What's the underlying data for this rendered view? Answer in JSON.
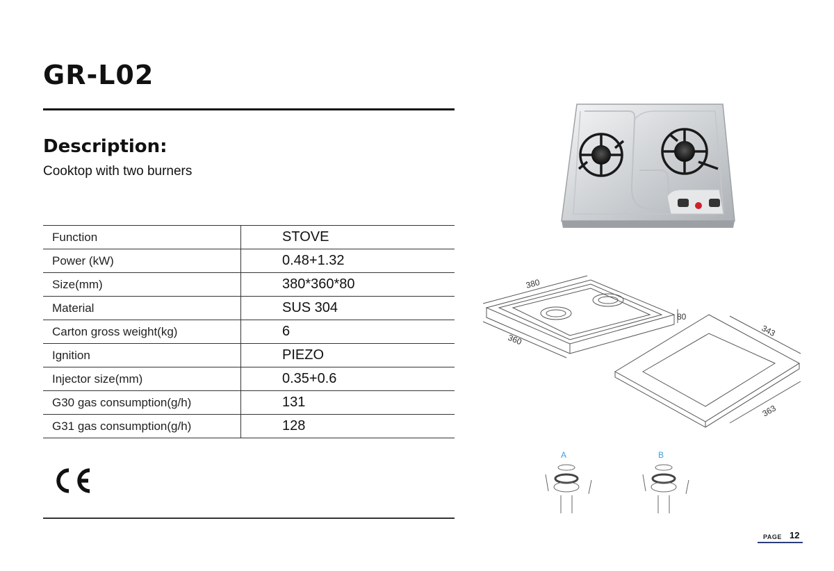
{
  "header": {
    "model": "GR-L02"
  },
  "description": {
    "heading": "Description:",
    "text": "Cooktop with two burners"
  },
  "specs": [
    {
      "label": "Function",
      "value": "STOVE"
    },
    {
      "label": "Power (kW)",
      "value": "0.48+1.32"
    },
    {
      "label": "Size(mm)",
      "value": "380*360*80"
    },
    {
      "label": "Material",
      "value": "SUS 304"
    },
    {
      "label": "Carton gross weight(kg)",
      "value": "6"
    },
    {
      "label": "Ignition",
      "value": "PIEZO"
    },
    {
      "label": "Injector size(mm)",
      "value": "0.35+0.6"
    },
    {
      "label": "G30 gas consumption(g/h)",
      "value": "131"
    },
    {
      "label": "G31 gas consumption(g/h)",
      "value": "128"
    }
  ],
  "certification": {
    "icon": "ce-mark-icon"
  },
  "dimensions": {
    "width": "380",
    "depth": "360",
    "height": "80",
    "cutout_width": "343",
    "cutout_depth": "363"
  },
  "burner_parts": {
    "part_a": "A",
    "part_b": "B",
    "label_color": "#3aa0e0"
  },
  "footer": {
    "page_label": "PAGE",
    "page_number": "12",
    "accent_color": "#2b3d7a"
  }
}
